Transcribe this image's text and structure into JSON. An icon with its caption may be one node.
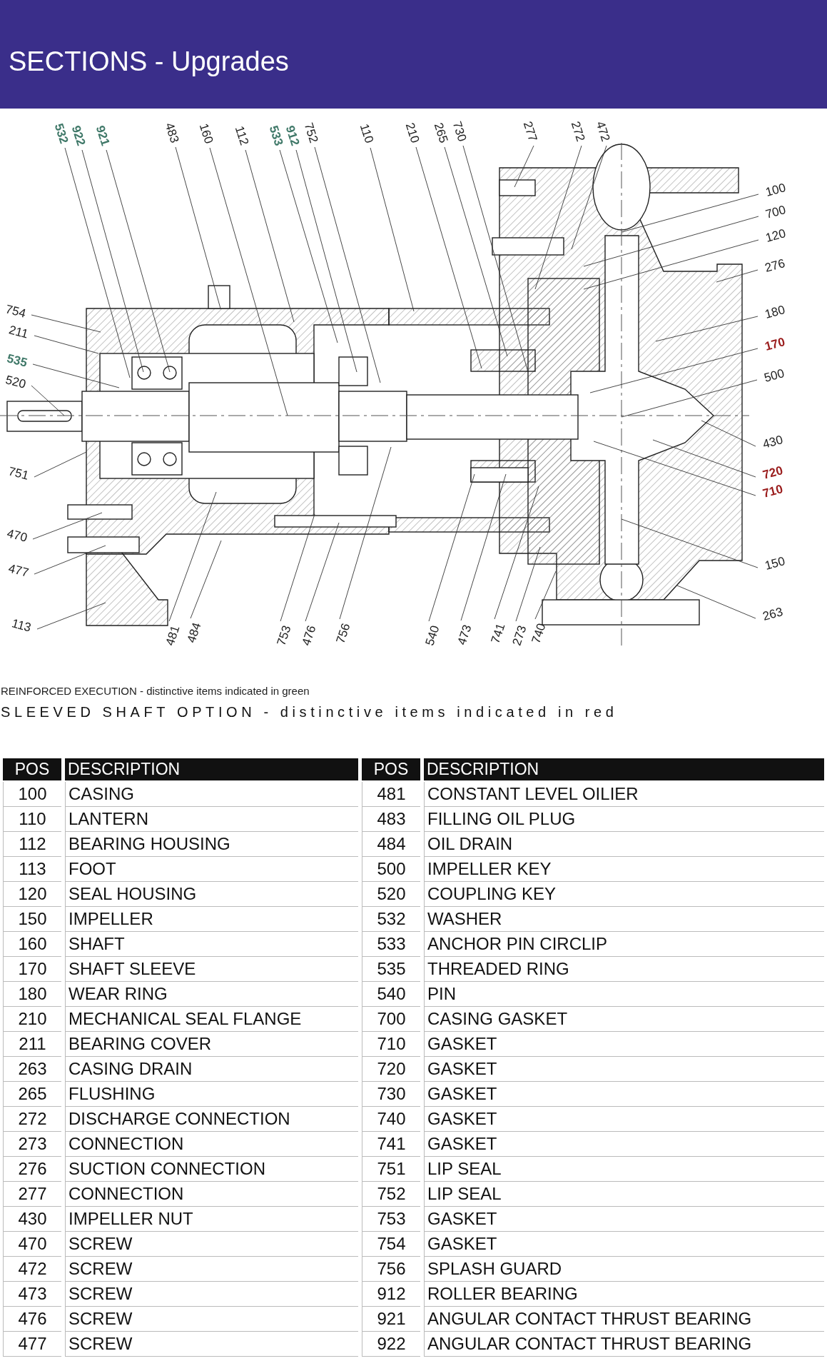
{
  "diagram": {
    "title": "SECTIONS - Upgrades",
    "nodes": [
      {
        "text": [
          "532"
        ]
      },
      {
        "text": [
          "922"
        ]
      },
      {
        "text": [
          "921"
        ]
      },
      {
        "text": [
          "483"
        ]
      },
      {
        "text": [
          "160"
        ]
      },
      {
        "text": [
          "112"
        ]
      },
      {
        "text": [
          "533"
        ]
      },
      {
        "text": [
          "912"
        ]
      },
      {
        "text": [
          "752"
        ]
      },
      {
        "text": [
          "110"
        ]
      },
      {
        "text": [
          "210"
        ]
      },
      {
        "text": [
          "265"
        ]
      },
      {
        "text": [
          "730"
        ]
      },
      {
        "text": [
          "277"
        ]
      },
      {
        "text": [
          "272"
        ]
      },
      {
        "text": [
          "472"
        ]
      },
      {
        "text": [
          "100"
        ]
      },
      {
        "text": [
          "700"
        ]
      },
      {
        "text": [
          "120"
        ]
      },
      {
        "text": [
          "276"
        ]
      },
      {
        "text": [
          "180"
        ]
      },
      {
        "text": [
          "170"
        ]
      },
      {
        "text": [
          "500"
        ]
      },
      {
        "text": [
          "430"
        ]
      },
      {
        "text": [
          "720"
        ]
      },
      {
        "text": [
          "710"
        ]
      },
      {
        "text": [
          "150"
        ]
      },
      {
        "text": [
          "263"
        ]
      },
      {
        "text": [
          "754"
        ]
      },
      {
        "text": [
          "211"
        ]
      },
      {
        "text": [
          "535"
        ]
      },
      {
        "text": [
          "520"
        ]
      },
      {
        "text": [
          "751"
        ]
      },
      {
        "text": [
          "470"
        ]
      },
      {
        "text": [
          "477"
        ]
      },
      {
        "text": [
          "113"
        ]
      },
      {
        "text": [
          "481"
        ]
      },
      {
        "text": [
          "484"
        ]
      },
      {
        "text": [
          "753"
        ]
      },
      {
        "text": [
          "476"
        ]
      },
      {
        "text": [
          "756"
        ]
      },
      {
        "text": [
          "540"
        ]
      },
      {
        "text": [
          "473"
        ]
      },
      {
        "text": [
          "741"
        ]
      },
      {
        "text": [
          "273"
        ]
      },
      {
        "text": [
          "740"
        ]
      }
    ],
    "edges": [
      {
        "from": 0,
        "to": null,
        "arrow": "none"
      },
      {
        "from": 1,
        "to": null,
        "arrow": "none"
      },
      {
        "from": 2,
        "to": null,
        "arrow": "none"
      },
      {
        "from": 3,
        "to": null,
        "arrow": "none"
      },
      {
        "from": 4,
        "to": null,
        "arrow": "none"
      },
      {
        "from": 5,
        "to": null,
        "arrow": "none"
      },
      {
        "from": 6,
        "to": null,
        "arrow": "none"
      },
      {
        "from": 7,
        "to": null,
        "arrow": "none"
      },
      {
        "from": 8,
        "to": null,
        "arrow": "none"
      },
      {
        "from": 9,
        "to": null,
        "arrow": "none"
      },
      {
        "from": 10,
        "to": null,
        "arrow": "none"
      },
      {
        "from": 11,
        "to": null,
        "arrow": "none"
      },
      {
        "from": 12,
        "to": null,
        "arrow": "none"
      },
      {
        "from": 13,
        "to": null,
        "arrow": "none"
      },
      {
        "from": 14,
        "to": null,
        "arrow": "none"
      },
      {
        "from": 15,
        "to": null,
        "arrow": "none"
      },
      {
        "from": 16,
        "to": null,
        "arrow": "none"
      },
      {
        "from": 17,
        "to": null,
        "arrow": "none"
      },
      {
        "from": 18,
        "to": null,
        "arrow": "none"
      },
      {
        "from": 19,
        "to": null,
        "arrow": "none"
      },
      {
        "from": 20,
        "to": null,
        "arrow": "none"
      },
      {
        "from": 21,
        "to": null,
        "arrow": "none"
      },
      {
        "from": 22,
        "to": null,
        "arrow": "none"
      },
      {
        "from": 23,
        "to": null,
        "arrow": "none"
      },
      {
        "from": 24,
        "to": null,
        "arrow": "none"
      },
      {
        "from": 25,
        "to": null,
        "arrow": "none"
      },
      {
        "from": 26,
        "to": null,
        "arrow": "none"
      },
      {
        "from": 27,
        "to": null,
        "arrow": "none"
      },
      {
        "from": 28,
        "to": null,
        "arrow": "none"
      },
      {
        "from": 29,
        "to": null,
        "arrow": "none"
      },
      {
        "from": 30,
        "to": null,
        "arrow": "none"
      },
      {
        "from": 31,
        "to": null,
        "arrow": "none"
      },
      {
        "from": 32,
        "to": null,
        "arrow": "none"
      },
      {
        "from": 33,
        "to": null,
        "arrow": "none"
      },
      {
        "from": 34,
        "to": null,
        "arrow": "none"
      },
      {
        "from": 35,
        "to": null,
        "arrow": "none"
      },
      {
        "from": 36,
        "to": null,
        "arrow": "none"
      },
      {
        "from": 37,
        "to": null,
        "arrow": "none"
      },
      {
        "from": 38,
        "to": null,
        "arrow": "none"
      },
      {
        "from": 39,
        "to": null,
        "arrow": "none"
      },
      {
        "from": 40,
        "to": null,
        "arrow": "none"
      },
      {
        "from": 41,
        "to": null,
        "arrow": "none"
      },
      {
        "from": 42,
        "to": null,
        "arrow": "none"
      },
      {
        "from": 43,
        "to": null,
        "arrow": "none"
      },
      {
        "from": 44,
        "to": null,
        "arrow": "none"
      },
      {
        "from": 45,
        "to": null,
        "arrow": "none"
      }
    ],
    "labels": [
      "REINFORCED EXECUTION - distinctive items indicated in green",
      "SLEEVED SHAFT OPTION - distinctive items indicated in red",
      "POS",
      "DESCRIPTION",
      "POS",
      "DESCRIPTION",
      "100",
      "CASING",
      "481",
      "CONSTANT LEVEL OILIER",
      "110",
      "LANTERN",
      "483",
      "FILLING OIL PLUG",
      "112",
      "BEARING HOUSING",
      "484",
      "OIL DRAIN",
      "113",
      "FOOT",
      "500",
      "IMPELLER KEY",
      "120",
      "SEAL HOUSING",
      "520",
      "COUPLING KEY",
      "150",
      "IMPELLER",
      "532",
      "WASHER",
      "160",
      "SHAFT",
      "533",
      "ANCHOR PIN CIRCLIP",
      "170",
      "SHAFT SLEEVE",
      "535",
      "THREADED RING",
      "180",
      "WEAR RING",
      "540",
      "PIN",
      "210",
      "MECHANICAL SEAL FLANGE",
      "700",
      "CASING GASKET",
      "211",
      "BEARING COVER",
      "710",
      "GASKET",
      "263",
      "CASING DRAIN",
      "720",
      "GASKET",
      "265",
      "FLUSHING",
      "730",
      "GASKET",
      "272",
      "DISCHARGE CONNECTION",
      "740",
      "GASKET",
      "273",
      "CONNECTION",
      "741",
      "GASKET",
      "276",
      "SUCTION CONNECTION",
      "751",
      "LIP SEAL",
      "277",
      "CONNECTION",
      "752",
      "LIP SEAL",
      "430",
      "IMPELLER NUT",
      "753",
      "GASKET",
      "470",
      "SCREW",
      "754",
      "GASKET",
      "472",
      "SCREW",
      "756",
      "SPLASH GUARD",
      "473",
      "SCREW",
      "912",
      "ROLLER BEARING",
      "476",
      "SCREW",
      "921",
      "ANGULAR CONTACT THRUST BEARING",
      "477",
      "SCREW",
      "922",
      "ANGULAR CONTACT THRUST BEARING"
    ]
  }
}
